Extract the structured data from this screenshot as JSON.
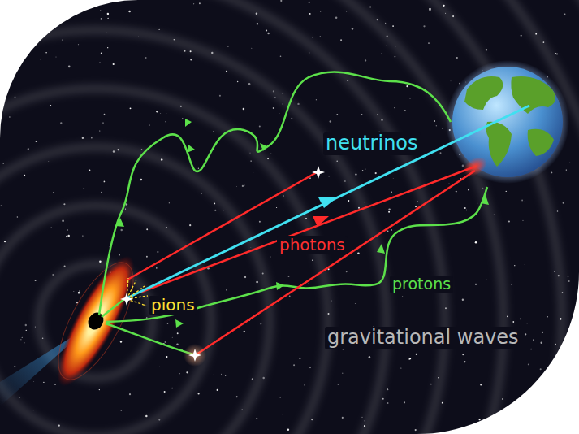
{
  "diagram": {
    "labels": [
      "neutrinos",
      "photons",
      "protons",
      "pions",
      "gravitational waves"
    ]
  }
}
